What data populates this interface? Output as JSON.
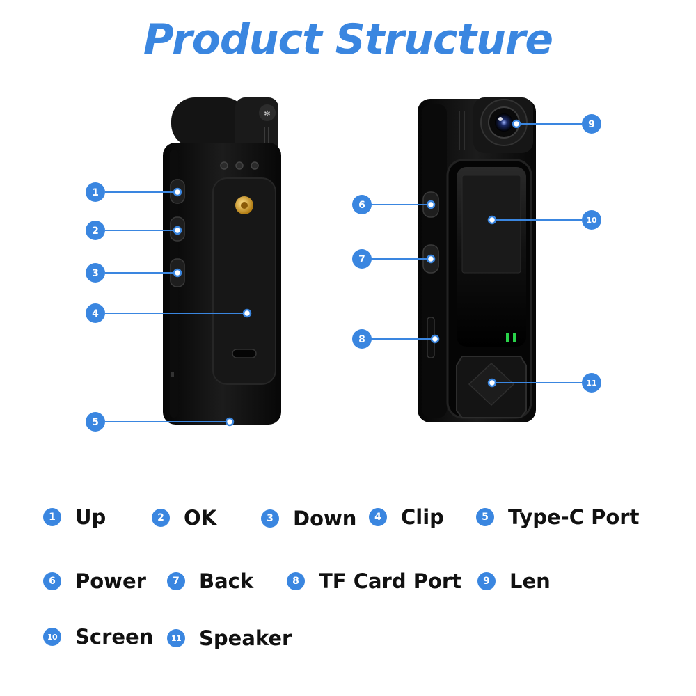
{
  "title": "Product Structure",
  "colors": {
    "accent": "#3a86e0",
    "device": "#111111",
    "background": "#ffffff"
  },
  "callouts": [
    "1",
    "2",
    "3",
    "4",
    "5",
    "6",
    "7",
    "8",
    "9",
    "10",
    "11"
  ],
  "legend": [
    {
      "number": "1",
      "label": "Up"
    },
    {
      "number": "2",
      "label": "OK"
    },
    {
      "number": "3",
      "label": "Down"
    },
    {
      "number": "4",
      "label": "Clip"
    },
    {
      "number": "5",
      "label": "Type-C Port"
    },
    {
      "number": "6",
      "label": "Power"
    },
    {
      "number": "7",
      "label": "Back"
    },
    {
      "number": "8",
      "label": "TF Card Port"
    },
    {
      "number": "9",
      "label": "Len"
    },
    {
      "number": "10",
      "label": "Screen"
    },
    {
      "number": "11",
      "label": "Speaker"
    }
  ]
}
